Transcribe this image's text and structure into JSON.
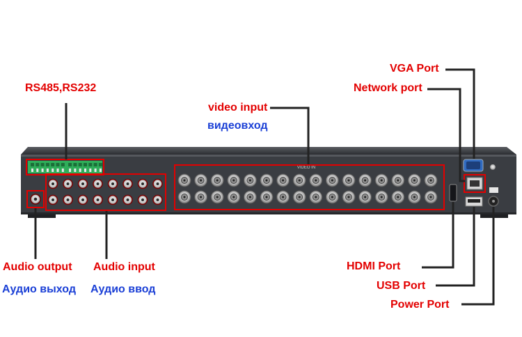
{
  "labels": {
    "rs485": "RS485,RS232",
    "video_input": "video input",
    "video_input_ru": "видеовход",
    "vga_port": "VGA Port",
    "network_port": "Network port",
    "audio_output": "Audio output",
    "audio_output_ru": "Аудио выход",
    "audio_input": "Audio input",
    "audio_input_ru": "Аудио ввод",
    "hdmi_port": "HDMI Port",
    "usb_port": "USB Port",
    "power_port": "Power Port"
  },
  "panel": {
    "video_header": "VIDEO IN"
  },
  "colors": {
    "label_red": "#e30000",
    "label_blue": "#1a3fd6",
    "highlight": "#e30000",
    "panel": "#3a3d42",
    "terminal": "#2fae5a"
  }
}
